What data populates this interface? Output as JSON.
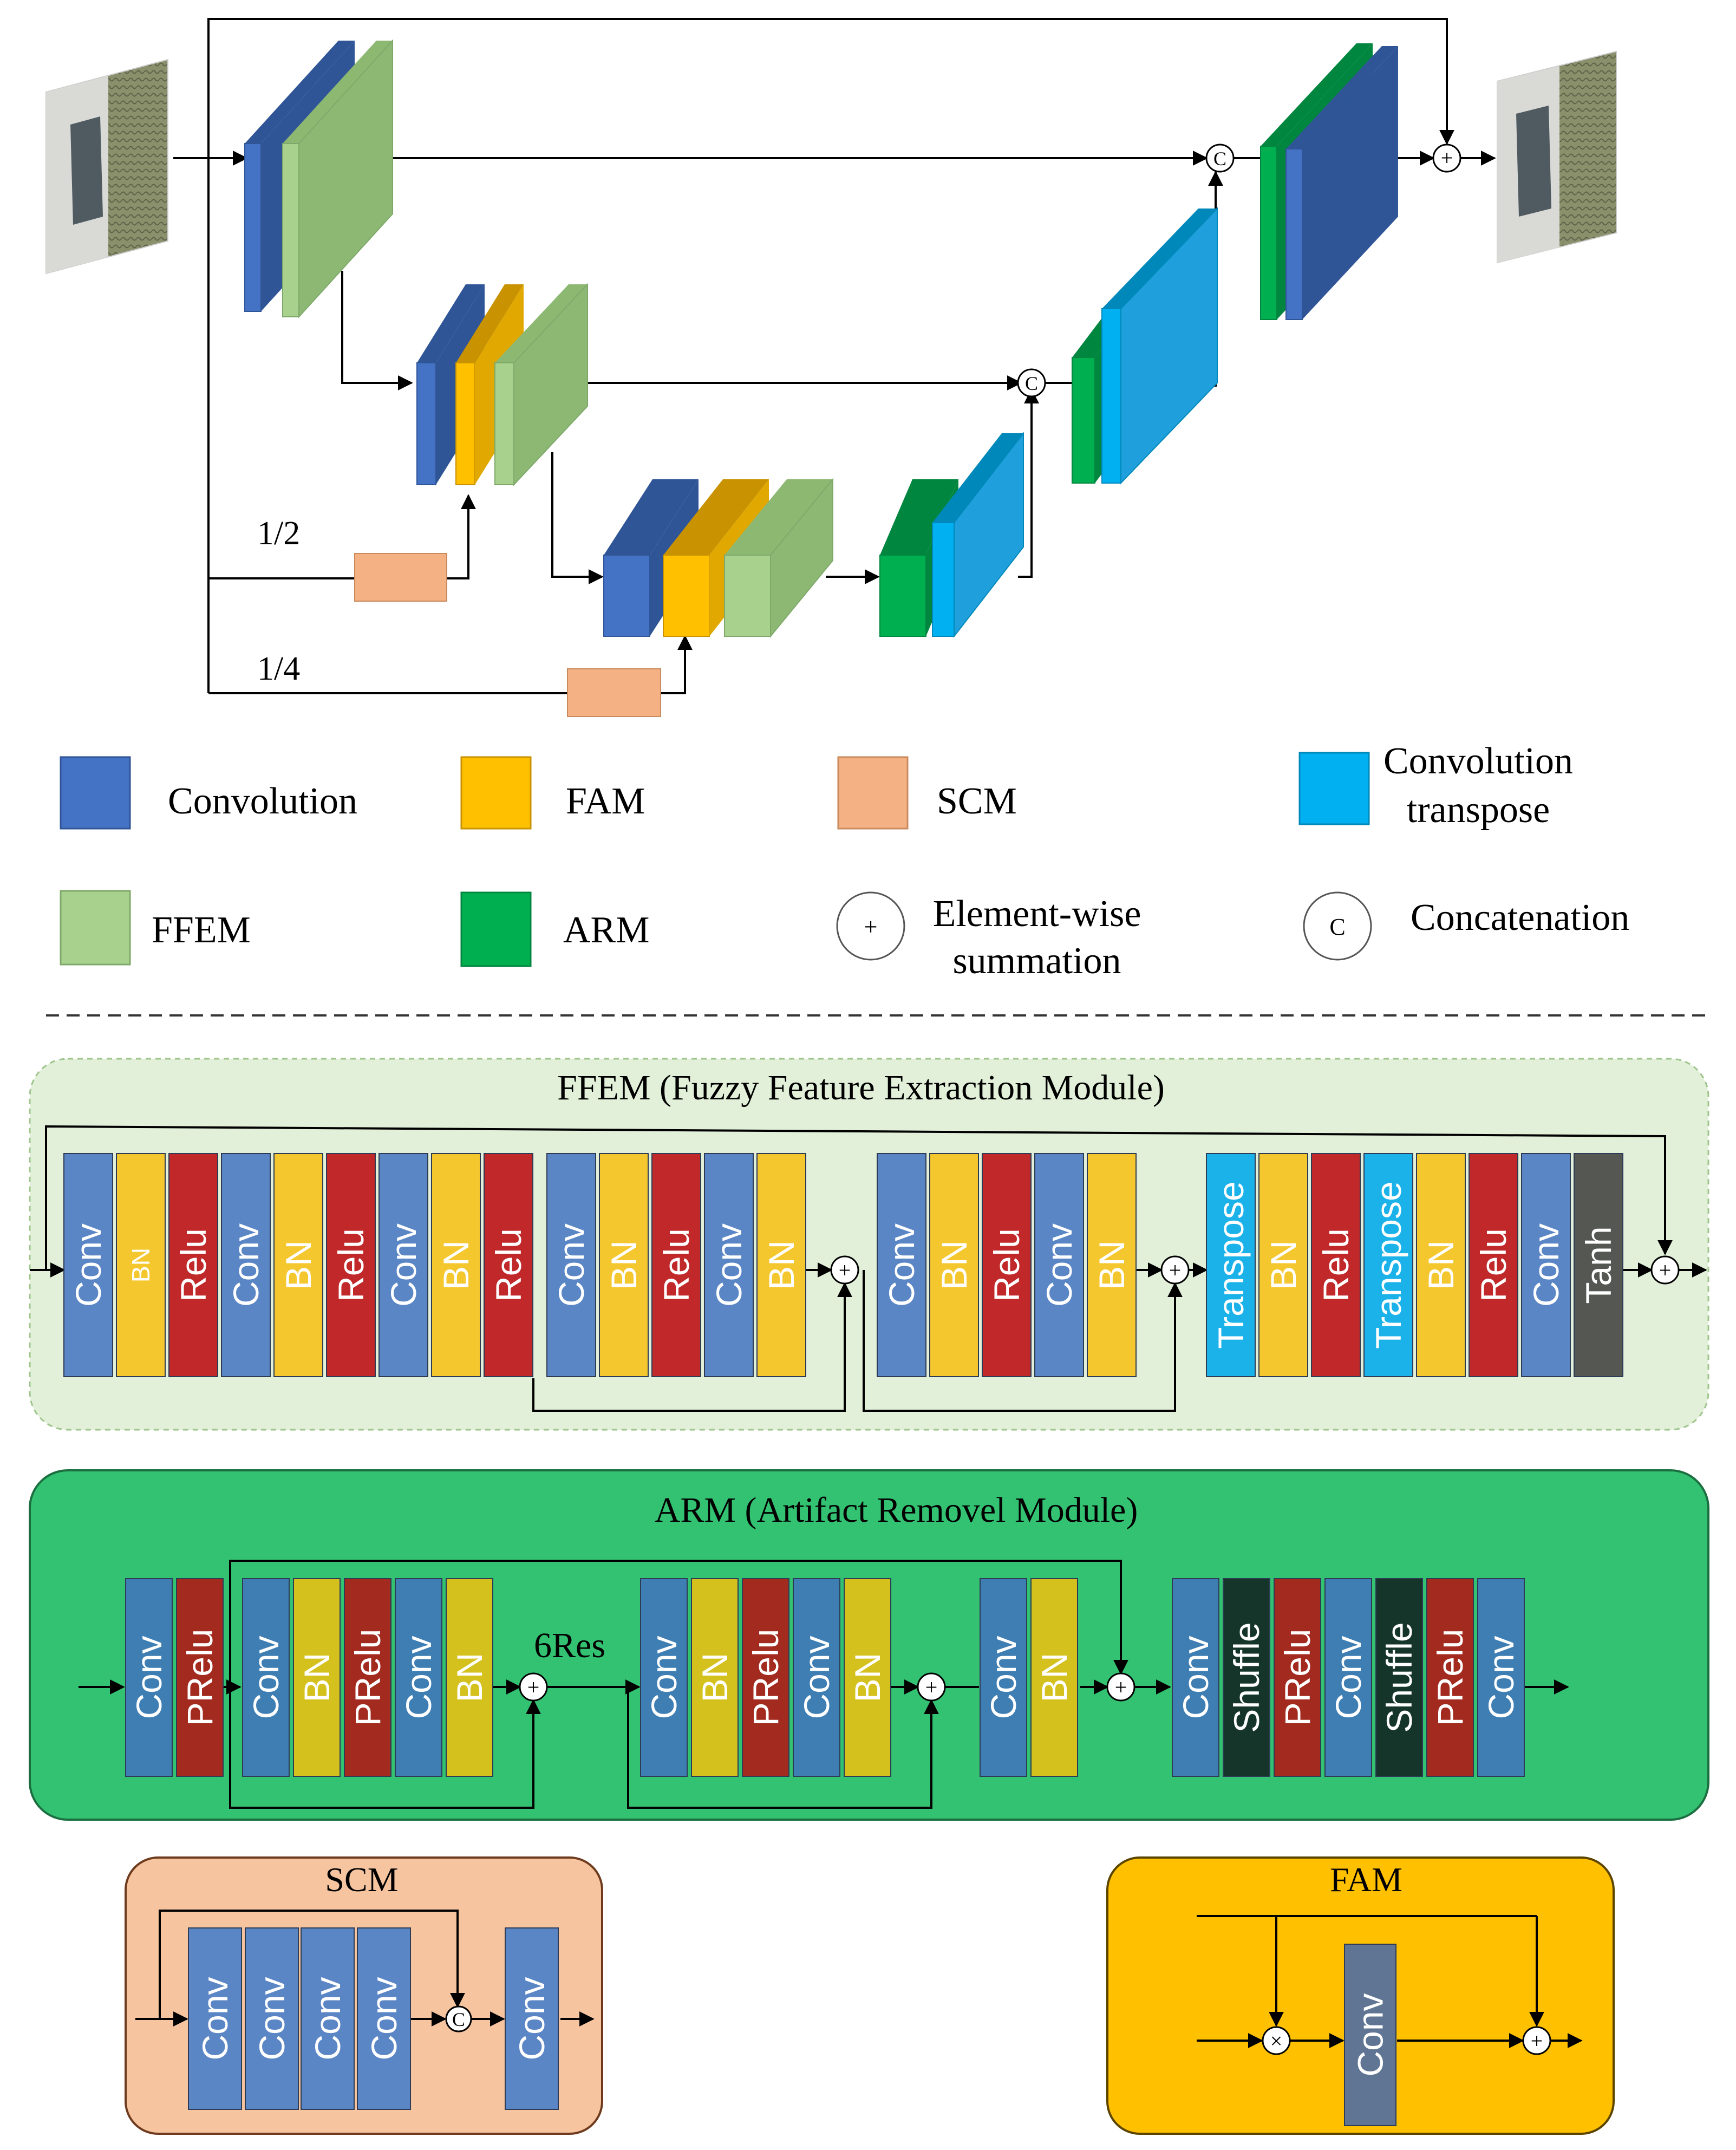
{
  "colors": {
    "conv": "#4472C4",
    "fam": "#FFC000",
    "scm": "#F4B183",
    "conv_transpose": "#00B0F0",
    "ffem": "#A9D18E",
    "arm": "#00B050",
    "blk_conv": "#5B86C5",
    "blk_bn": "#F5C72F",
    "blk_relu": "#C0282A",
    "blk_transpose": "#1BB2EA",
    "blk_tanh": "#555852",
    "arm_conv": "#3F7EB3",
    "arm_bn": "#D4C11E",
    "arm_prelu": "#A22A1F",
    "arm_shuffle": "#15352A",
    "ffem_panel": "#E2F0D9",
    "arm_panel": "#33C272",
    "scm_panel": "#F7C4A0",
    "fam_panel": "#FFC000",
    "fam_conv": "#5F7593"
  },
  "arch": {
    "ratio_half": "1/2",
    "ratio_quarter": "1/4",
    "concat_symbol": "C",
    "sum_symbol": "+",
    "multiply_symbol": "×"
  },
  "legend": [
    {
      "key": "convolution",
      "label": "Convolution",
      "color_key": "conv"
    },
    {
      "key": "fam",
      "label": "FAM",
      "color_key": "fam"
    },
    {
      "key": "scm",
      "label": "SCM",
      "color_key": "scm"
    },
    {
      "key": "convolution-transpose",
      "label_line1": "Convolution",
      "label_line2": "transpose",
      "color_key": "conv_transpose"
    },
    {
      "key": "ffem",
      "label": "FFEM",
      "color_key": "ffem"
    },
    {
      "key": "arm",
      "label": "ARM",
      "color_key": "arm"
    },
    {
      "key": "element-wise-summation",
      "label_line1": "Element-wise",
      "label_line2": "summation",
      "symbol": "+"
    },
    {
      "key": "concatenation",
      "label": "Concatenation",
      "symbol": "C"
    }
  ],
  "ffem": {
    "title": "FFEM (Fuzzy Feature Extraction Module)",
    "blocks": [
      "Conv",
      "BN",
      "Relu",
      "Conv",
      "BN",
      "Relu",
      "Conv",
      "BN",
      "Relu",
      "Conv",
      "BN",
      "Relu",
      "Conv",
      "BN",
      "Conv",
      "BN",
      "Relu",
      "Conv",
      "BN",
      "Transpose",
      "BN",
      "Relu",
      "Transpose",
      "BN",
      "Relu",
      "Conv",
      "Tanh"
    ]
  },
  "arm": {
    "title": "ARM (Artifact Removel Module)",
    "res_label": "6Res",
    "blocks": [
      "Conv",
      "PRelu",
      "Conv",
      "BN",
      "PRelu",
      "Conv",
      "BN",
      "Conv",
      "BN",
      "PRelu",
      "Conv",
      "BN",
      "Conv",
      "BN",
      "Conv",
      "Shuffle",
      "PRelu",
      "Conv",
      "Shuffle",
      "PRelu",
      "Conv"
    ]
  },
  "scm": {
    "title": "SCM",
    "blocks": [
      "Conv",
      "Conv",
      "Conv",
      "Conv",
      "Conv"
    ]
  },
  "fam": {
    "title": "FAM",
    "blocks": [
      "Conv"
    ]
  }
}
